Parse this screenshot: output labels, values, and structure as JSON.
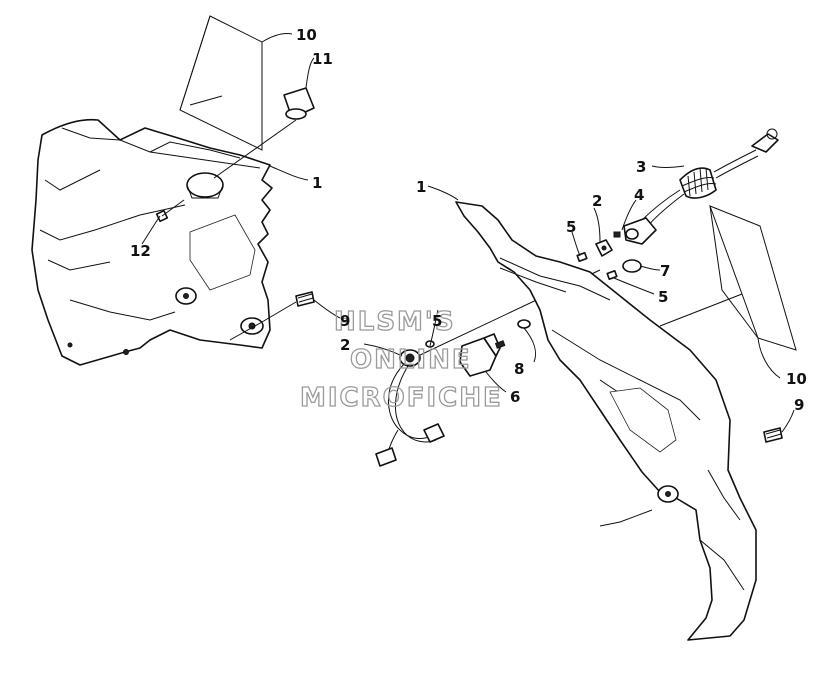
{
  "watermark": {
    "line1": "HLSM'S",
    "line2": "ONLINE",
    "line3": "MICROFICHE"
  },
  "callouts": [
    {
      "id": "c10a",
      "text": "10"
    },
    {
      "id": "c11",
      "text": "11"
    },
    {
      "id": "c1a",
      "text": "1"
    },
    {
      "id": "c12",
      "text": "12"
    },
    {
      "id": "c9a",
      "text": "9"
    },
    {
      "id": "c2a",
      "text": "2"
    },
    {
      "id": "c1b",
      "text": "1"
    },
    {
      "id": "c3",
      "text": "3"
    },
    {
      "id": "c2b",
      "text": "2"
    },
    {
      "id": "c4",
      "text": "4"
    },
    {
      "id": "c5a",
      "text": "5"
    },
    {
      "id": "c7",
      "text": "7"
    },
    {
      "id": "c5b",
      "text": "5"
    },
    {
      "id": "c5c",
      "text": "5"
    },
    {
      "id": "c8",
      "text": "8"
    },
    {
      "id": "c6",
      "text": "6"
    },
    {
      "id": "c10b",
      "text": "10"
    },
    {
      "id": "c9b",
      "text": "9"
    }
  ]
}
